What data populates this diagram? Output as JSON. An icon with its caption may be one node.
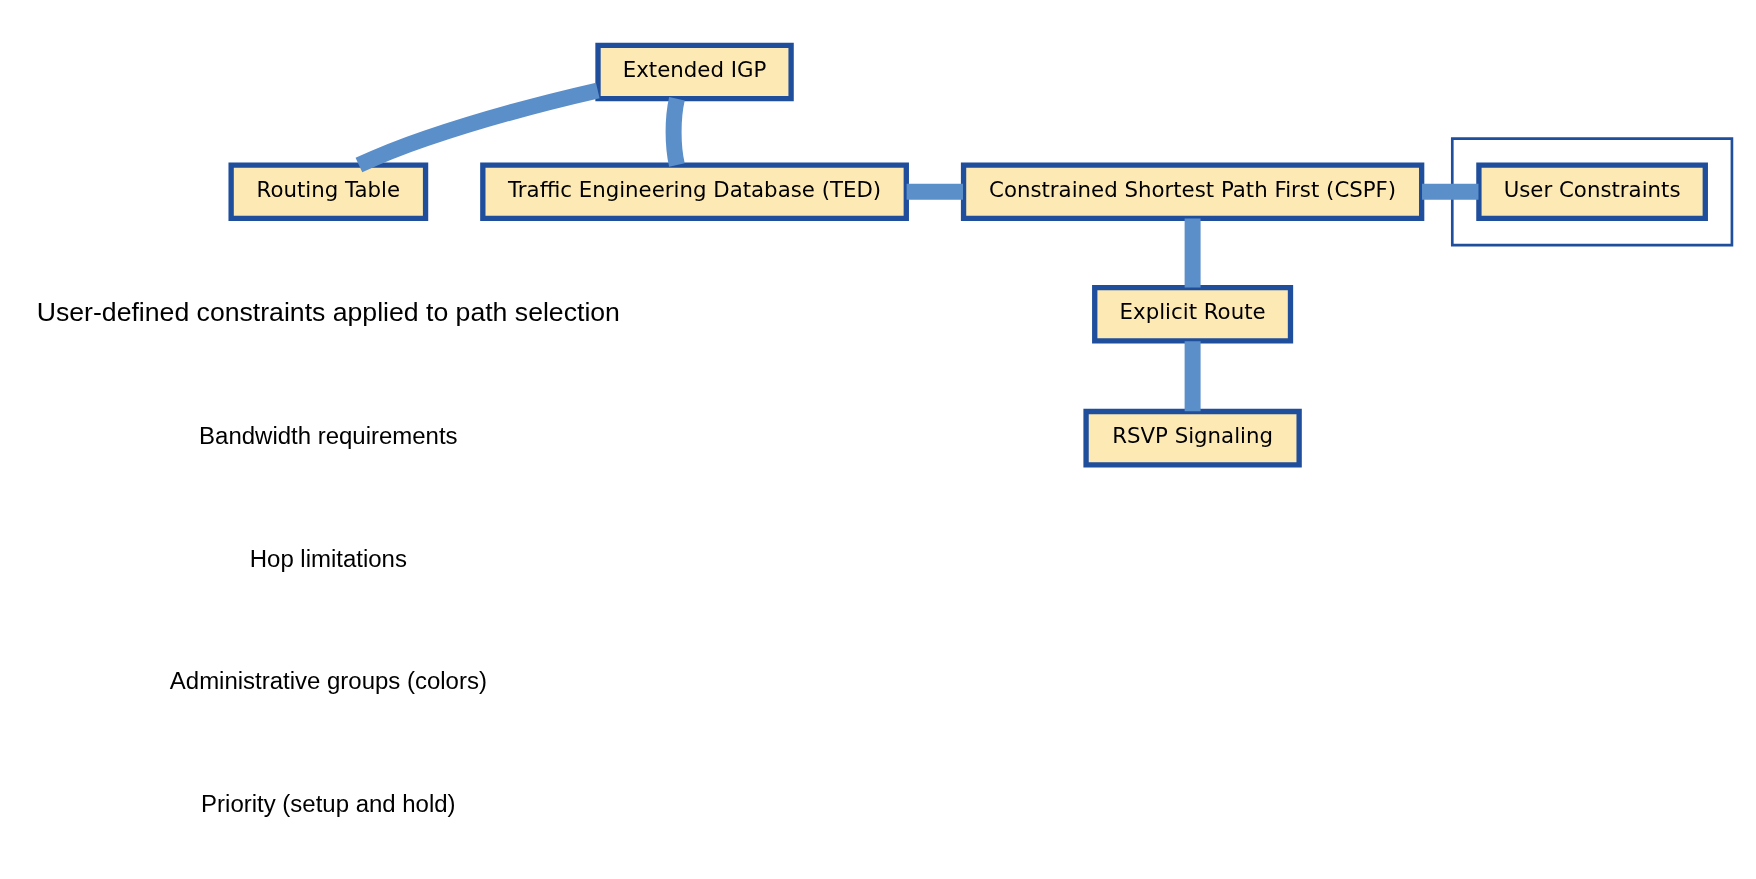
{
  "diagram": {
    "nodes": [
      {
        "text": [
          "Extended IGP"
        ]
      },
      {
        "text": [
          "Routing Table"
        ]
      },
      {
        "text": [
          "Traffic Engineering Database (TED)"
        ]
      },
      {
        "text": [
          "Constrained Shortest Path First (CSPF)"
        ]
      },
      {
        "text": [],
        "shape": "box"
      },
      {
        "text": [
          "User Constraints"
        ],
        "in": 4
      },
      {
        "text": [
          "Explicit Route"
        ]
      },
      {
        "text": [
          "RSVP Signaling"
        ]
      }
    ],
    "edges": [
      {
        "from": 0,
        "to": 1,
        "arrow": "none"
      },
      {
        "from": 0,
        "to": 2,
        "arrow": "none"
      },
      {
        "from": 2,
        "to": 3,
        "arrow": "none"
      },
      {
        "from": 3,
        "to": 5,
        "arrow": "none"
      },
      {
        "from": 3,
        "to": 6,
        "arrow": "none"
      },
      {
        "from": 6,
        "to": 7,
        "arrow": "none"
      }
    ],
    "labels": [
      "User-defined constraints applied to path selection",
      "Bandwidth requirements",
      "Hop limitations",
      "Administrative groups (colors)",
      "Priority (setup and hold)"
    ]
  }
}
